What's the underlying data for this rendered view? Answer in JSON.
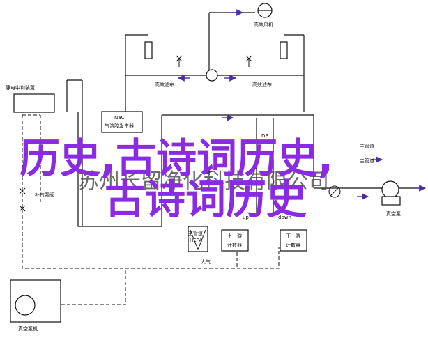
{
  "diagram": {
    "labels": {
      "top_fan": "高效风机",
      "pump_left": "高效滤布",
      "pump_right": "高效滤布",
      "panel": "静电中和装置",
      "nacl_1": "NaCl",
      "nacl_2": "气溶胶发生器",
      "dp": "DP",
      "fan_side": "补气泵阀",
      "hepa_cn": "主管道",
      "hepa_en": "HEPA",
      "air": "大气",
      "up_en": "up",
      "down_en": "down",
      "up_cn_1": "上",
      "up_cn_2": "游",
      "up_cn_3": "计数器",
      "down_cn_1": "下",
      "down_cn_2": "游",
      "down_cn_3": "计数器",
      "right_upper": "主管道",
      "right_lower": "主管道",
      "exhaust": "真空泵",
      "vacuum_pump": "真空泵机"
    },
    "overlay": {
      "line1": "历史,古诗词历史,",
      "line2": "古诗词历史",
      "watermark": "苏州长留净化科技有限公司"
    },
    "colors": {
      "line": "#111111",
      "flow_arrow": "#4b2fa0",
      "overlay": "#8a2be2"
    }
  }
}
